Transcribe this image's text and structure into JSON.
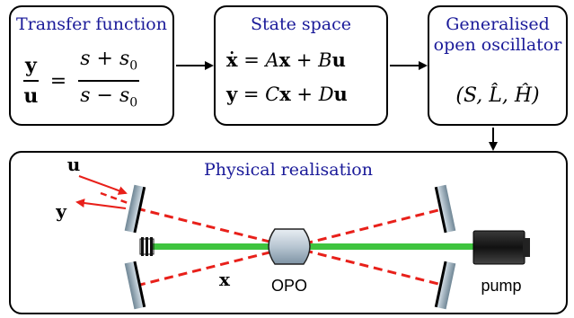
{
  "boxes": {
    "transfer": {
      "title": "Transfer function",
      "lhs_num": "y",
      "lhs_den": "u",
      "equals": "=",
      "rhs_num": "s + s",
      "rhs_num_sub": "0",
      "rhs_den": "s − s",
      "rhs_den_sub": "0"
    },
    "state_space": {
      "title": "State space",
      "eq1_lhs": "ẋ",
      "eq1_rhs_a": " = A",
      "eq1_x": "x",
      "eq1_rhs_b": " + B",
      "eq1_u": "u",
      "eq2_lhs": "y",
      "eq2_rhs_a": " = C",
      "eq2_x": "x",
      "eq2_rhs_b": " + D",
      "eq2_u": "u"
    },
    "oscillator": {
      "title_line1": "Generalised",
      "title_line2": "open oscillator",
      "tuple": "(S, L̂, Ĥ)"
    },
    "physical": {
      "title": "Physical realisation",
      "label_u": "u",
      "label_y": "y",
      "label_x": "x",
      "label_opo": "OPO",
      "label_pump": "pump"
    }
  },
  "colors": {
    "title_blue": "#1a1a99",
    "beam_red": "#e8201a",
    "pump_green": "#3fc43f"
  }
}
